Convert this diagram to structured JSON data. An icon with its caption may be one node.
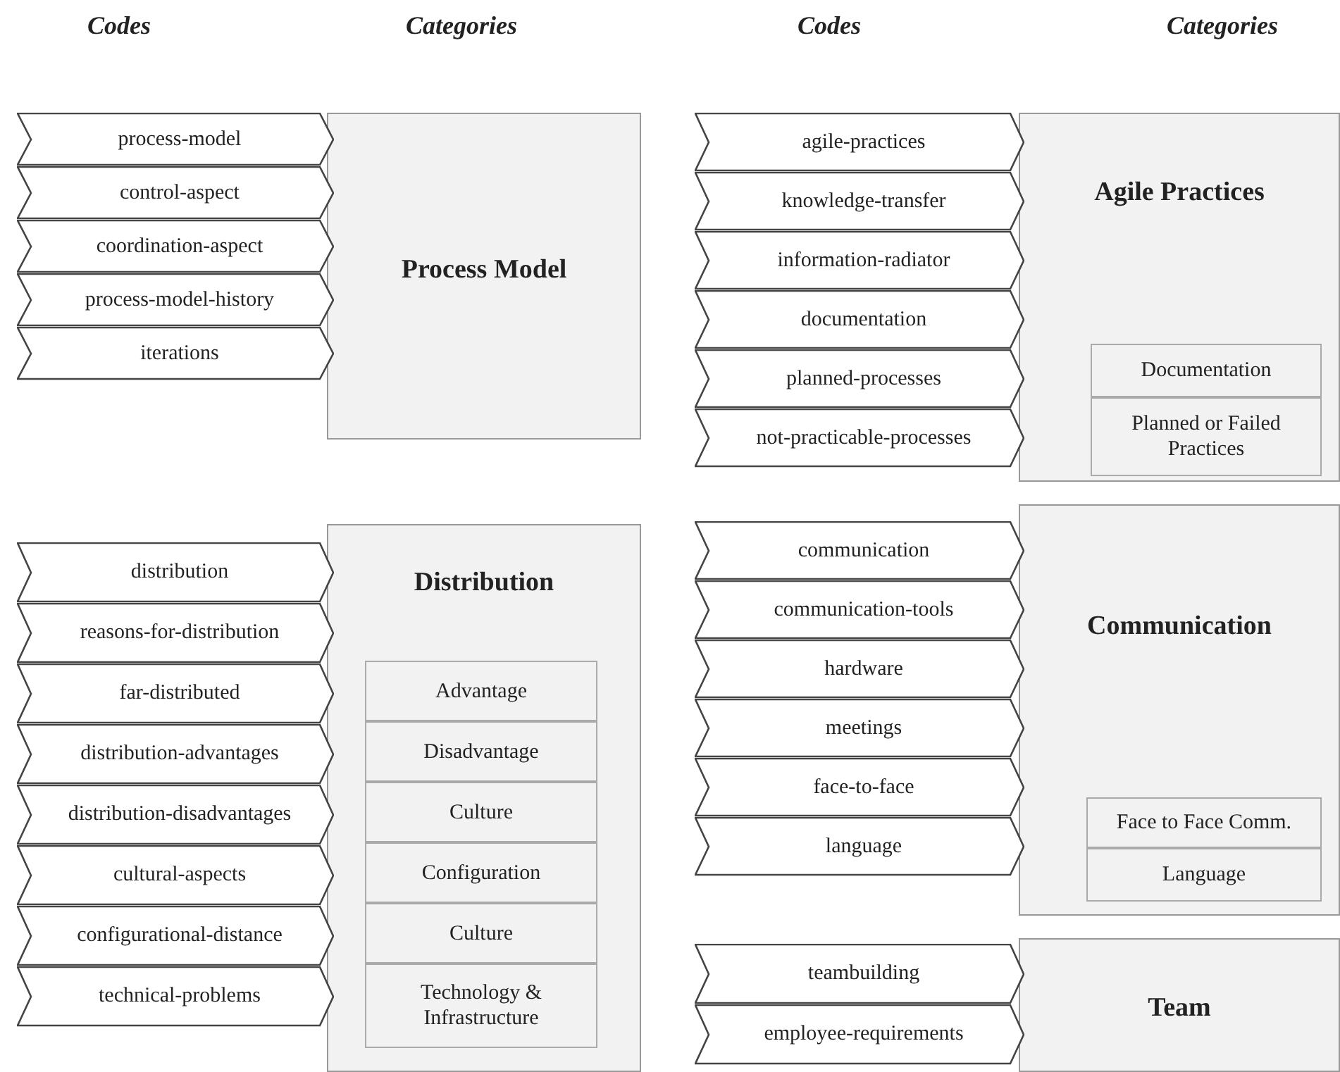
{
  "diagram": {
    "nodes": [
      {
        "text": [
          "process-model"
        ]
      },
      {
        "text": [
          "control-aspect"
        ]
      },
      {
        "text": [
          "coordination-aspect"
        ]
      },
      {
        "text": [
          "process-model-history"
        ]
      },
      {
        "text": [
          "iterations"
        ]
      },
      {
        "text": [
          "Process Model"
        ]
      },
      {
        "text": [
          "agile-practices"
        ]
      },
      {
        "text": [
          "knowledge-transfer"
        ]
      },
      {
        "text": [
          "information-radiator"
        ]
      },
      {
        "text": [
          "documentation"
        ]
      },
      {
        "text": [
          "planned-processes"
        ]
      },
      {
        "text": [
          "not-practicable-processes"
        ]
      },
      {
        "text": [
          "Agile Practices"
        ]
      },
      {
        "text": [
          "Documentation"
        ],
        "in": 12
      },
      {
        "text": [
          "Planned or Failed Practices"
        ],
        "in": 12
      },
      {
        "text": [
          "distribution"
        ]
      },
      {
        "text": [
          "reasons-for-distribution"
        ]
      },
      {
        "text": [
          "far-distributed"
        ]
      },
      {
        "text": [
          "distribution-advantages"
        ]
      },
      {
        "text": [
          "distribution-disadvantages"
        ]
      },
      {
        "text": [
          "cultural-aspects"
        ]
      },
      {
        "text": [
          "configurational-distance"
        ]
      },
      {
        "text": [
          "technical-problems"
        ]
      },
      {
        "text": [
          "Distribution"
        ]
      },
      {
        "text": [
          "Advantage"
        ],
        "in": 23
      },
      {
        "text": [
          "Disadvantage"
        ],
        "in": 23
      },
      {
        "text": [
          "Culture"
        ],
        "in": 23
      },
      {
        "text": [
          "Configuration"
        ],
        "in": 23
      },
      {
        "text": [
          "Culture"
        ],
        "in": 23
      },
      {
        "text": [
          "Technology & Infrastructure"
        ],
        "in": 23
      },
      {
        "text": [
          "communication"
        ]
      },
      {
        "text": [
          "communication-tools"
        ]
      },
      {
        "text": [
          "hardware"
        ]
      },
      {
        "text": [
          "meetings"
        ]
      },
      {
        "text": [
          "face-to-face"
        ]
      },
      {
        "text": [
          "language"
        ]
      },
      {
        "text": [
          "Communication"
        ]
      },
      {
        "text": [
          "Face to Face Comm."
        ],
        "in": 36
      },
      {
        "text": [
          "Language"
        ],
        "in": 36
      },
      {
        "text": [
          "teambuilding"
        ]
      },
      {
        "text": [
          "employee-requirements"
        ]
      },
      {
        "text": [
          "Team"
        ]
      }
    ],
    "labels": [
      "Codes",
      "Categories",
      "Codes",
      "Categories"
    ]
  }
}
